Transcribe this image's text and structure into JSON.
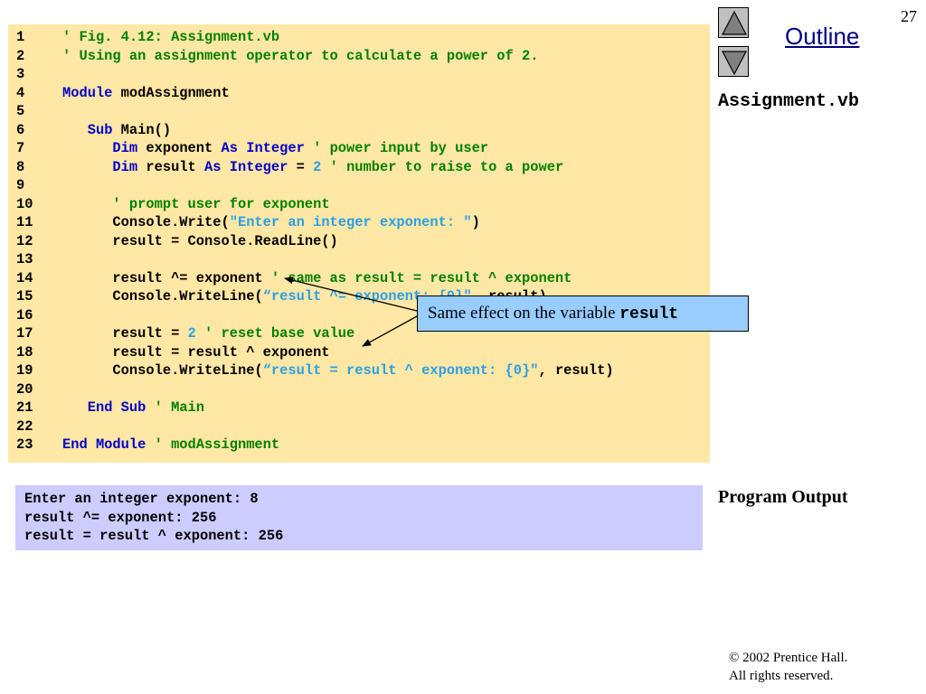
{
  "slide": {
    "page_number": "27"
  },
  "nav": {
    "outline_label": "Outline",
    "file_name": "Assignment.vb"
  },
  "code": {
    "lines": [
      [
        {
          "t": "' Fig. 4.12: Assignment.vb",
          "c": "cm"
        }
      ],
      [
        {
          "t": "' Using an assignment operator to calculate a power of 2.",
          "c": "cm"
        }
      ],
      [],
      [
        {
          "t": "Module",
          "c": "kw"
        },
        {
          "t": " modAssignment",
          "c": ""
        }
      ],
      [],
      [
        {
          "t": "   ",
          "c": ""
        },
        {
          "t": "Sub",
          "c": "kw"
        },
        {
          "t": " Main()",
          "c": ""
        }
      ],
      [
        {
          "t": "      ",
          "c": ""
        },
        {
          "t": "Dim",
          "c": "kw"
        },
        {
          "t": " exponent ",
          "c": ""
        },
        {
          "t": "As Integer",
          "c": "kw"
        },
        {
          "t": " ' power input by user",
          "c": "cm"
        }
      ],
      [
        {
          "t": "      ",
          "c": ""
        },
        {
          "t": "Dim",
          "c": "kw"
        },
        {
          "t": " result ",
          "c": ""
        },
        {
          "t": "As Integer",
          "c": "kw"
        },
        {
          "t": " = ",
          "c": ""
        },
        {
          "t": "2",
          "c": "num"
        },
        {
          "t": " ' number to raise to a power",
          "c": "cm"
        }
      ],
      [],
      [
        {
          "t": "      ",
          "c": ""
        },
        {
          "t": "' prompt user for exponent",
          "c": "cm"
        }
      ],
      [
        {
          "t": "      Console.Write(",
          "c": ""
        },
        {
          "t": "\"Enter an integer exponent: \"",
          "c": "str"
        },
        {
          "t": ")",
          "c": ""
        }
      ],
      [
        {
          "t": "      result = Console.ReadLine()",
          "c": ""
        }
      ],
      [],
      [
        {
          "t": "      result ^= exponent ",
          "c": ""
        },
        {
          "t": "' same as result = result ^ exponent",
          "c": "cm"
        }
      ],
      [
        {
          "t": "      Console.WriteLine(",
          "c": ""
        },
        {
          "t": "“result ^= exponent: {0}\"",
          "c": "str"
        },
        {
          "t": ", result)",
          "c": ""
        }
      ],
      [],
      [
        {
          "t": "      result = ",
          "c": ""
        },
        {
          "t": "2",
          "c": "num"
        },
        {
          "t": " ' reset base value",
          "c": "cm"
        }
      ],
      [
        {
          "t": "      result = result ^ exponent",
          "c": ""
        }
      ],
      [
        {
          "t": "      Console.WriteLine(",
          "c": ""
        },
        {
          "t": "“result = result ^ exponent: {0}\"",
          "c": "str"
        },
        {
          "t": ", result)",
          "c": ""
        }
      ],
      [],
      [
        {
          "t": "   ",
          "c": ""
        },
        {
          "t": "End Sub",
          "c": "kw"
        },
        {
          "t": " ' Main",
          "c": "cm"
        }
      ],
      [],
      [
        {
          "t": "End Module",
          "c": "kw"
        },
        {
          "t": " ' modAssignment",
          "c": "cm"
        }
      ]
    ]
  },
  "callout": {
    "text": "Same effect on the variable ",
    "variable": "result"
  },
  "output": {
    "label": "Program Output",
    "lines": [
      "Enter an integer exponent: 8",
      "result ^= exponent: 256",
      "result = result ^ exponent: 256"
    ]
  },
  "footer": {
    "copyright_line1": "© 2002 Prentice Hall.",
    "copyright_line2": "All rights reserved."
  },
  "colors": {
    "code_bg": "#ffe7a5",
    "output_bg": "#ccccff",
    "callout_bg": "#99ccff",
    "keyword": "#0000cc",
    "comment": "#008000",
    "string": "#2aa0e8"
  },
  "icons": {
    "prev": "triangle-up-icon",
    "next": "triangle-down-icon"
  }
}
